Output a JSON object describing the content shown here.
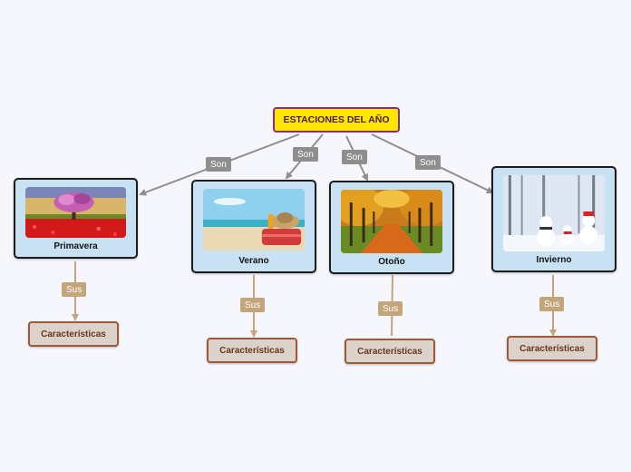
{
  "root": {
    "title": "ESTACIONES DEL AÑO"
  },
  "relations": {
    "son": "Son",
    "sus": "Sus"
  },
  "seasons": [
    {
      "name": "Primavera",
      "child": "Características"
    },
    {
      "name": "Verano",
      "child": "Características"
    },
    {
      "name": "Otoño",
      "child": "Características"
    },
    {
      "name": "Invierno",
      "child": "Características"
    }
  ],
  "colors": {
    "root_fill": "#ffe600",
    "root_border": "#8a2a8a",
    "season_fill": "#c9e2f3",
    "season_border": "#1c1c1c",
    "son_connector": "#8e8e8e",
    "sus_connector": "#c4a57b",
    "child_fill": "#dcd2cc",
    "child_border": "#9c5b38"
  }
}
